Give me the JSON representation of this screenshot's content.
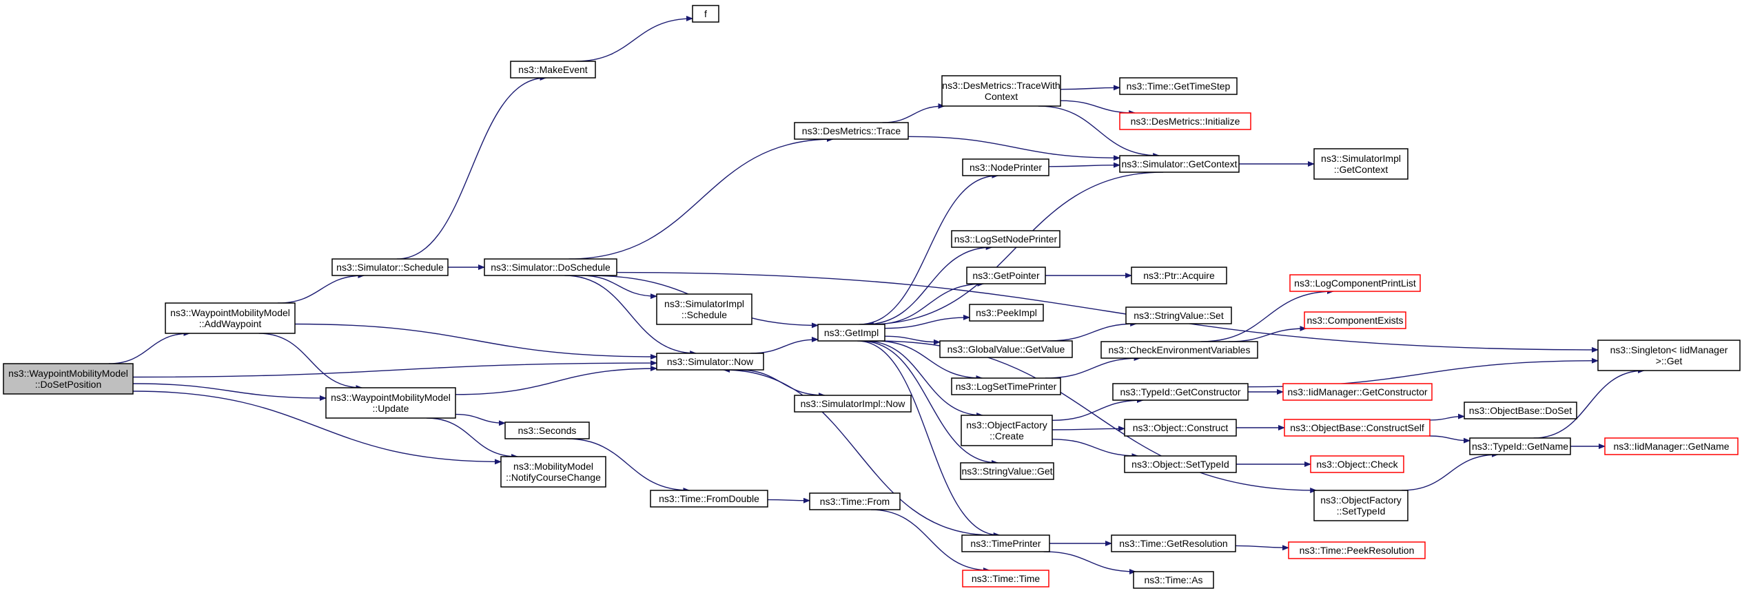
{
  "diagram": {
    "type": "call-graph",
    "edge_color": "#191970",
    "nodes": [
      {
        "id": "root",
        "lines": [
          "ns3::WaypointMobilityModel",
          "::DoSetPosition"
        ],
        "style": "root"
      },
      {
        "id": "addWaypoint",
        "lines": [
          "ns3::WaypointMobilityModel",
          "::AddWaypoint"
        ],
        "style": "normal"
      },
      {
        "id": "update",
        "lines": [
          "ns3::WaypointMobilityModel",
          "::Update"
        ],
        "style": "normal"
      },
      {
        "id": "notifyCourse",
        "lines": [
          "ns3::MobilityModel",
          "::NotifyCourseChange"
        ],
        "style": "normal"
      },
      {
        "id": "simSchedule",
        "lines": [
          "ns3::Simulator::Schedule"
        ],
        "style": "normal"
      },
      {
        "id": "makeEvent",
        "lines": [
          "ns3::MakeEvent"
        ],
        "style": "normal"
      },
      {
        "id": "f",
        "lines": [
          "f"
        ],
        "style": "normal"
      },
      {
        "id": "doSchedule",
        "lines": [
          "ns3::Simulator::DoSchedule"
        ],
        "style": "normal"
      },
      {
        "id": "simNow",
        "lines": [
          "ns3::Simulator::Now"
        ],
        "style": "normal"
      },
      {
        "id": "seconds",
        "lines": [
          "ns3::Seconds"
        ],
        "style": "normal"
      },
      {
        "id": "fromDouble",
        "lines": [
          "ns3::Time::FromDouble"
        ],
        "style": "normal"
      },
      {
        "id": "timeFrom",
        "lines": [
          "ns3::Time::From"
        ],
        "style": "normal"
      },
      {
        "id": "timeTime",
        "lines": [
          "ns3::Time::Time"
        ],
        "style": "red"
      },
      {
        "id": "implSchedule",
        "lines": [
          "ns3::SimulatorImpl",
          "::Schedule"
        ],
        "style": "normal"
      },
      {
        "id": "implNow",
        "lines": [
          "ns3::SimulatorImpl::Now"
        ],
        "style": "normal"
      },
      {
        "id": "desTrace",
        "lines": [
          "ns3::DesMetrics::Trace"
        ],
        "style": "normal"
      },
      {
        "id": "getImpl",
        "lines": [
          "ns3::GetImpl"
        ],
        "style": "normal"
      },
      {
        "id": "traceWithContext",
        "lines": [
          "ns3::DesMetrics::TraceWith",
          "Context"
        ],
        "style": "normal"
      },
      {
        "id": "getTimeStep",
        "lines": [
          "ns3::Time::GetTimeStep"
        ],
        "style": "normal"
      },
      {
        "id": "desInit",
        "lines": [
          "ns3::DesMetrics::Initialize"
        ],
        "style": "red"
      },
      {
        "id": "getContext",
        "lines": [
          "ns3::Simulator::GetContext"
        ],
        "style": "normal"
      },
      {
        "id": "implGetContext",
        "lines": [
          "ns3::SimulatorImpl",
          "::GetContext"
        ],
        "style": "normal"
      },
      {
        "id": "nodePrinter",
        "lines": [
          "ns3::NodePrinter"
        ],
        "style": "normal"
      },
      {
        "id": "logSetNodePrinter",
        "lines": [
          "ns3::LogSetNodePrinter"
        ],
        "style": "normal"
      },
      {
        "id": "getPointer",
        "lines": [
          "ns3::GetPointer"
        ],
        "style": "normal"
      },
      {
        "id": "ptrAcquire",
        "lines": [
          "ns3::Ptr::Acquire"
        ],
        "style": "normal"
      },
      {
        "id": "peekImpl",
        "lines": [
          "ns3::PeekImpl"
        ],
        "style": "normal"
      },
      {
        "id": "gvGetValue",
        "lines": [
          "ns3::GlobalValue::GetValue"
        ],
        "style": "normal"
      },
      {
        "id": "svSet",
        "lines": [
          "ns3::StringValue::Set"
        ],
        "style": "normal"
      },
      {
        "id": "logSetTimePrinter",
        "lines": [
          "ns3::LogSetTimePrinter"
        ],
        "style": "normal"
      },
      {
        "id": "checkEnv",
        "lines": [
          "ns3::CheckEnvironmentVariables"
        ],
        "style": "normal"
      },
      {
        "id": "logCompPrint",
        "lines": [
          "ns3::LogComponentPrintList"
        ],
        "style": "red"
      },
      {
        "id": "compExists",
        "lines": [
          "ns3::ComponentExists"
        ],
        "style": "red"
      },
      {
        "id": "ofCreate",
        "lines": [
          "ns3::ObjectFactory",
          "::Create"
        ],
        "style": "normal"
      },
      {
        "id": "svGet",
        "lines": [
          "ns3::StringValue::Get"
        ],
        "style": "normal"
      },
      {
        "id": "tidGetCtor",
        "lines": [
          "ns3::TypeId::GetConstructor"
        ],
        "style": "normal"
      },
      {
        "id": "iidGetCtor",
        "lines": [
          "ns3::IidManager::GetConstructor"
        ],
        "style": "red"
      },
      {
        "id": "objConstruct",
        "lines": [
          "ns3::Object::Construct"
        ],
        "style": "normal"
      },
      {
        "id": "obConstructSelf",
        "lines": [
          "ns3::ObjectBase::ConstructSelf"
        ],
        "style": "red"
      },
      {
        "id": "obDoSet",
        "lines": [
          "ns3::ObjectBase::DoSet"
        ],
        "style": "normal"
      },
      {
        "id": "objSetTypeId",
        "lines": [
          "ns3::Object::SetTypeId"
        ],
        "style": "normal"
      },
      {
        "id": "objCheck",
        "lines": [
          "ns3::Object::Check"
        ],
        "style": "red"
      },
      {
        "id": "tidGetName",
        "lines": [
          "ns3::TypeId::GetName"
        ],
        "style": "normal"
      },
      {
        "id": "iidGetName",
        "lines": [
          "ns3::IidManager::GetName"
        ],
        "style": "red"
      },
      {
        "id": "singletonGet",
        "lines": [
          "ns3::Singleton< IidManager",
          ">::Get"
        ],
        "style": "normal"
      },
      {
        "id": "ofSetTypeId",
        "lines": [
          "ns3::ObjectFactory",
          "::SetTypeId"
        ],
        "style": "normal"
      },
      {
        "id": "timePrinter",
        "lines": [
          "ns3::TimePrinter"
        ],
        "style": "normal"
      },
      {
        "id": "getResolution",
        "lines": [
          "ns3::Time::GetResolution"
        ],
        "style": "normal"
      },
      {
        "id": "peekResolution",
        "lines": [
          "ns3::Time::PeekResolution"
        ],
        "style": "red"
      },
      {
        "id": "timeAs",
        "lines": [
          "ns3::Time::As"
        ],
        "style": "normal"
      }
    ],
    "edges": [
      [
        "root",
        "addWaypoint"
      ],
      [
        "root",
        "simNow"
      ],
      [
        "root",
        "update"
      ],
      [
        "root",
        "notifyCourse"
      ],
      [
        "addWaypoint",
        "simSchedule"
      ],
      [
        "addWaypoint",
        "simNow"
      ],
      [
        "addWaypoint",
        "update"
      ],
      [
        "update",
        "simNow"
      ],
      [
        "update",
        "notifyCourse"
      ],
      [
        "update",
        "seconds"
      ],
      [
        "simSchedule",
        "makeEvent"
      ],
      [
        "simSchedule",
        "doSchedule"
      ],
      [
        "makeEvent",
        "f"
      ],
      [
        "doSchedule",
        "singletonGet"
      ],
      [
        "doSchedule",
        "desTrace"
      ],
      [
        "doSchedule",
        "getImpl"
      ],
      [
        "doSchedule",
        "implSchedule"
      ],
      [
        "doSchedule",
        "simNow"
      ],
      [
        "simNow",
        "getImpl"
      ],
      [
        "simNow",
        "implNow"
      ],
      [
        "seconds",
        "fromDouble"
      ],
      [
        "fromDouble",
        "timeFrom"
      ],
      [
        "timeFrom",
        "timeTime"
      ],
      [
        "desTrace",
        "traceWithContext"
      ],
      [
        "desTrace",
        "getContext"
      ],
      [
        "traceWithContext",
        "getTimeStep"
      ],
      [
        "traceWithContext",
        "desInit"
      ],
      [
        "traceWithContext",
        "getContext"
      ],
      [
        "getContext",
        "implGetContext"
      ],
      [
        "getContext",
        "getImpl"
      ],
      [
        "getImpl",
        "nodePrinter"
      ],
      [
        "getImpl",
        "logSetNodePrinter"
      ],
      [
        "getImpl",
        "getPointer"
      ],
      [
        "getImpl",
        "peekImpl"
      ],
      [
        "getImpl",
        "gvGetValue"
      ],
      [
        "getImpl",
        "logSetTimePrinter"
      ],
      [
        "getImpl",
        "ofCreate"
      ],
      [
        "getImpl",
        "svGet"
      ],
      [
        "getImpl",
        "timePrinter"
      ],
      [
        "getImpl",
        "ofSetTypeId"
      ],
      [
        "nodePrinter",
        "getContext"
      ],
      [
        "getPointer",
        "ptrAcquire"
      ],
      [
        "gvGetValue",
        "svSet"
      ],
      [
        "checkEnv",
        "logCompPrint"
      ],
      [
        "checkEnv",
        "compExists"
      ],
      [
        "logSetTimePrinter",
        "checkEnv"
      ],
      [
        "ofCreate",
        "tidGetCtor"
      ],
      [
        "ofCreate",
        "objConstruct"
      ],
      [
        "ofCreate",
        "objSetTypeId"
      ],
      [
        "tidGetCtor",
        "iidGetCtor"
      ],
      [
        "tidGetCtor",
        "singletonGet"
      ],
      [
        "objConstruct",
        "obConstructSelf"
      ],
      [
        "obConstructSelf",
        "obDoSet"
      ],
      [
        "obConstructSelf",
        "tidGetName"
      ],
      [
        "objSetTypeId",
        "objCheck"
      ],
      [
        "tidGetName",
        "iidGetName"
      ],
      [
        "tidGetName",
        "singletonGet"
      ],
      [
        "ofSetTypeId",
        "tidGetName"
      ],
      [
        "timePrinter",
        "getResolution"
      ],
      [
        "timePrinter",
        "timeAs"
      ],
      [
        "timePrinter",
        "simNow"
      ],
      [
        "getResolution",
        "peekResolution"
      ]
    ]
  }
}
